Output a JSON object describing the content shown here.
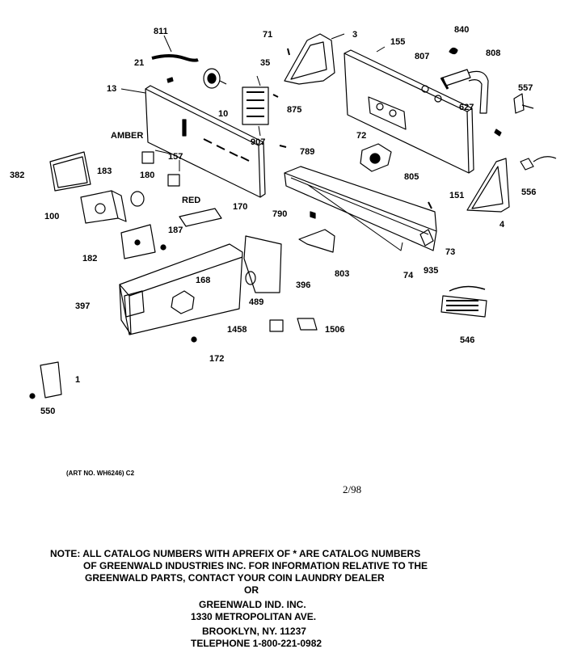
{
  "labels": {
    "p811": "811",
    "p21": "21",
    "p13": "13",
    "p10": "10",
    "p35": "35",
    "p71": "71",
    "p3": "3",
    "p155": "155",
    "p840": "840",
    "p807": "807",
    "p808": "808",
    "p557": "557",
    "p627": "627",
    "p875": "875",
    "p907": "907",
    "p72": "72",
    "p789": "789",
    "p805": "805",
    "p556": "556",
    "amber": "AMBER",
    "p157": "157",
    "p382": "382",
    "p183": "183",
    "p180": "180",
    "red": "RED",
    "p100": "100",
    "p170": "170",
    "p151": "151",
    "p790": "790",
    "p4": "4",
    "p187": "187",
    "p182": "182",
    "p73": "73",
    "p803": "803",
    "p74": "74",
    "p935": "935",
    "p168": "168",
    "p396": "396",
    "p397": "397",
    "p489": "489",
    "p1458": "1458",
    "p1506": "1506",
    "p546": "546",
    "p172": "172",
    "p1": "1",
    "p550": "550"
  },
  "art_number": "(ART NO. WH6246) C2",
  "date": "2/98",
  "note_lines": [
    "NOTE: ALL CATALOG NUMBERS WITH APREFIX OF * ARE CATALOG NUMBERS",
    "OF GREENWALD INDUSTRIES INC. FOR INFORMATION RELATIVE TO THE",
    "GREENWALD PARTS, CONTACT YOUR COIN LAUNDRY DEALER",
    "OR",
    "GREENWALD IND. INC.",
    "1330 METROPOLITAN AVE.",
    "BROOKLYN, NY. 11237",
    "TELEPHONE 1-800-221-0982"
  ]
}
